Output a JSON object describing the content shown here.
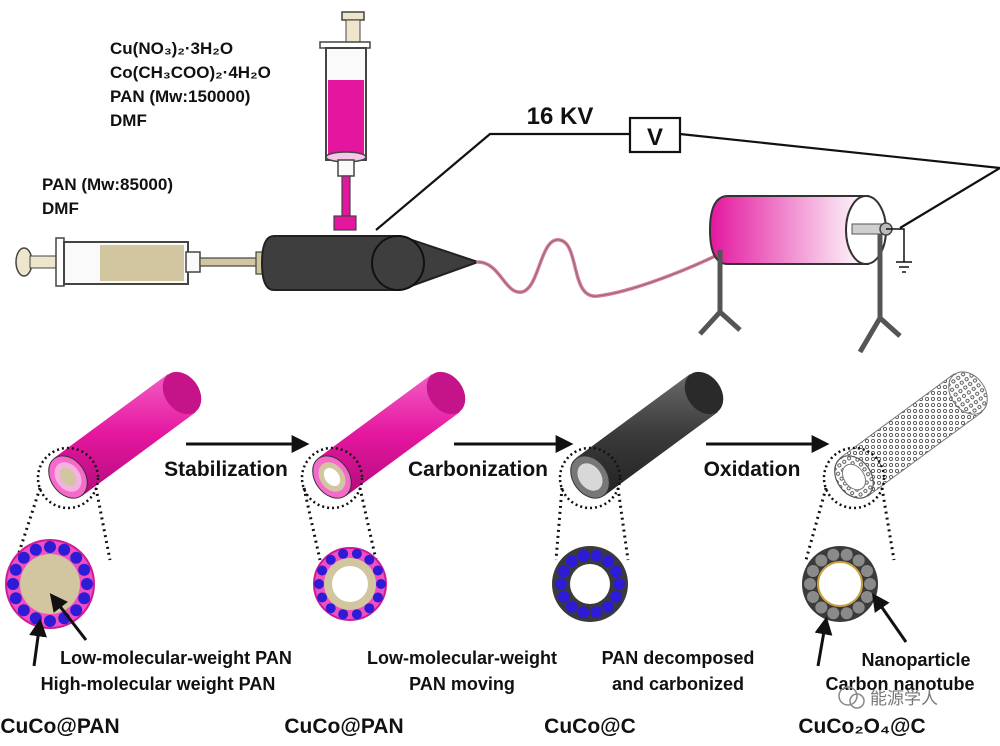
{
  "top": {
    "inner_solution": [
      "Cu(NO₃)₂·3H₂O",
      "Co(CH₃COO)₂·4H₂O",
      "PAN (Mw:150000)",
      "DMF"
    ],
    "outer_solution": [
      "PAN (Mw:85000)",
      "DMF"
    ],
    "voltage_label": "16 KV",
    "meter_label": "V"
  },
  "steps": [
    {
      "label": "Stabilization"
    },
    {
      "label": "Carbonization"
    },
    {
      "label": "Oxidation"
    }
  ],
  "stages": [
    {
      "title": "CuCo@PAN",
      "desc": [
        "Low-molecular-weight PAN",
        "High-molecular weight PAN"
      ]
    },
    {
      "title": "CuCo@PAN",
      "desc": [
        "Low-molecular-weight",
        "PAN moving"
      ]
    },
    {
      "title": "CuCo@C",
      "desc": [
        "PAN decomposed",
        "and carbonized"
      ]
    },
    {
      "title": "CuCo₂O₄@C",
      "desc": [
        "Nanoparticle",
        "Carbon nanotube"
      ]
    }
  ],
  "watermark": "能源学人",
  "colors": {
    "pan": "#e4169f",
    "carbon": "#3a3a3a",
    "beige": "#d2c6a0",
    "particle": "#2d1bd6",
    "ring_pink": "#f04fbf"
  }
}
